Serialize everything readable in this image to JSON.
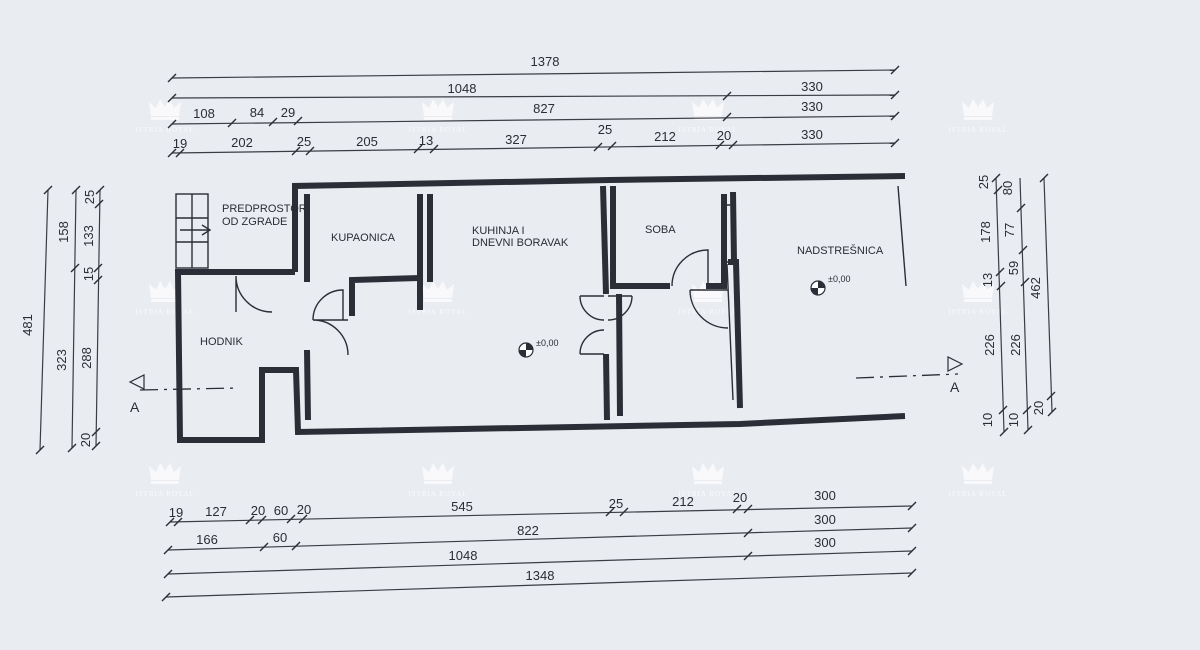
{
  "colors": {
    "paper": "#e9ecf1",
    "ink": "#2b2e36",
    "watermark": "#ffffff"
  },
  "rooms": {
    "predprostor_1": "PREDPROSTOR",
    "predprostor_2": "OD ZGRADE",
    "kupaonica": "KUPAONICA",
    "kuhinja_1": "KUHINJA I",
    "kuhinja_2": "DNEVNI BORAVAK",
    "soba": "SOBA",
    "nadstresnica": "NADSTREŠNICA",
    "hodnik": "HODNIK"
  },
  "levels": {
    "kitchen": "±0,00",
    "canopy": "±0,00"
  },
  "section": {
    "left": "A",
    "right": "A"
  },
  "watermark": {
    "brand": "ISTRIA ROYAL"
  },
  "dims_top": {
    "r1": [
      "1378"
    ],
    "r2": [
      "1048",
      "330"
    ],
    "r3": [
      "108",
      "84",
      "29",
      "827",
      "330"
    ],
    "r4": [
      "19",
      "202",
      "25",
      "205",
      "13",
      "327",
      "25",
      "212",
      "20",
      "330"
    ]
  },
  "dims_bottom": {
    "r1": [
      "19",
      "127",
      "20",
      "60",
      "20",
      "545",
      "25",
      "212",
      "20",
      "300"
    ],
    "r2": [
      "166",
      "60",
      "822",
      "300"
    ],
    "r3": [
      "1048",
      "300"
    ],
    "r4": [
      "1348"
    ]
  },
  "dims_left": {
    "outer": "481",
    "mid": [
      "323",
      "158"
    ],
    "inner": [
      "20",
      "288",
      "15",
      "133",
      "25"
    ]
  },
  "dims_right": {
    "c1": [
      "10",
      "226",
      "13",
      "178",
      "25"
    ],
    "c2": [
      "10",
      "226",
      "59",
      "77",
      "80"
    ],
    "c3": [
      "20",
      "462"
    ]
  }
}
